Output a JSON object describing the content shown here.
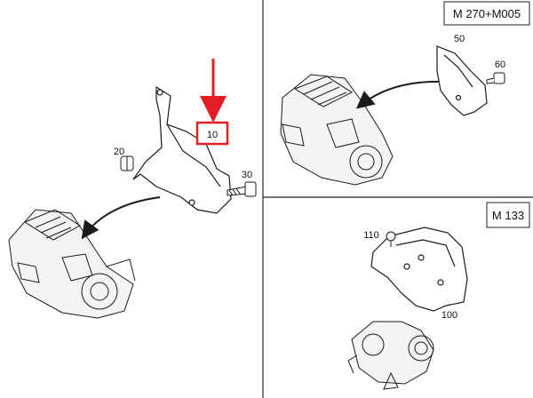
{
  "panels": {
    "top_right_label": "M 270+M005",
    "bottom_right_label": "M 133"
  },
  "callouts": {
    "c10": "10",
    "c20": "20",
    "c30": "30",
    "c50": "50",
    "c60": "60",
    "c100": "100",
    "c110": "110"
  },
  "colors": {
    "highlight": "#e31e24",
    "line": "#1a1a1a"
  }
}
